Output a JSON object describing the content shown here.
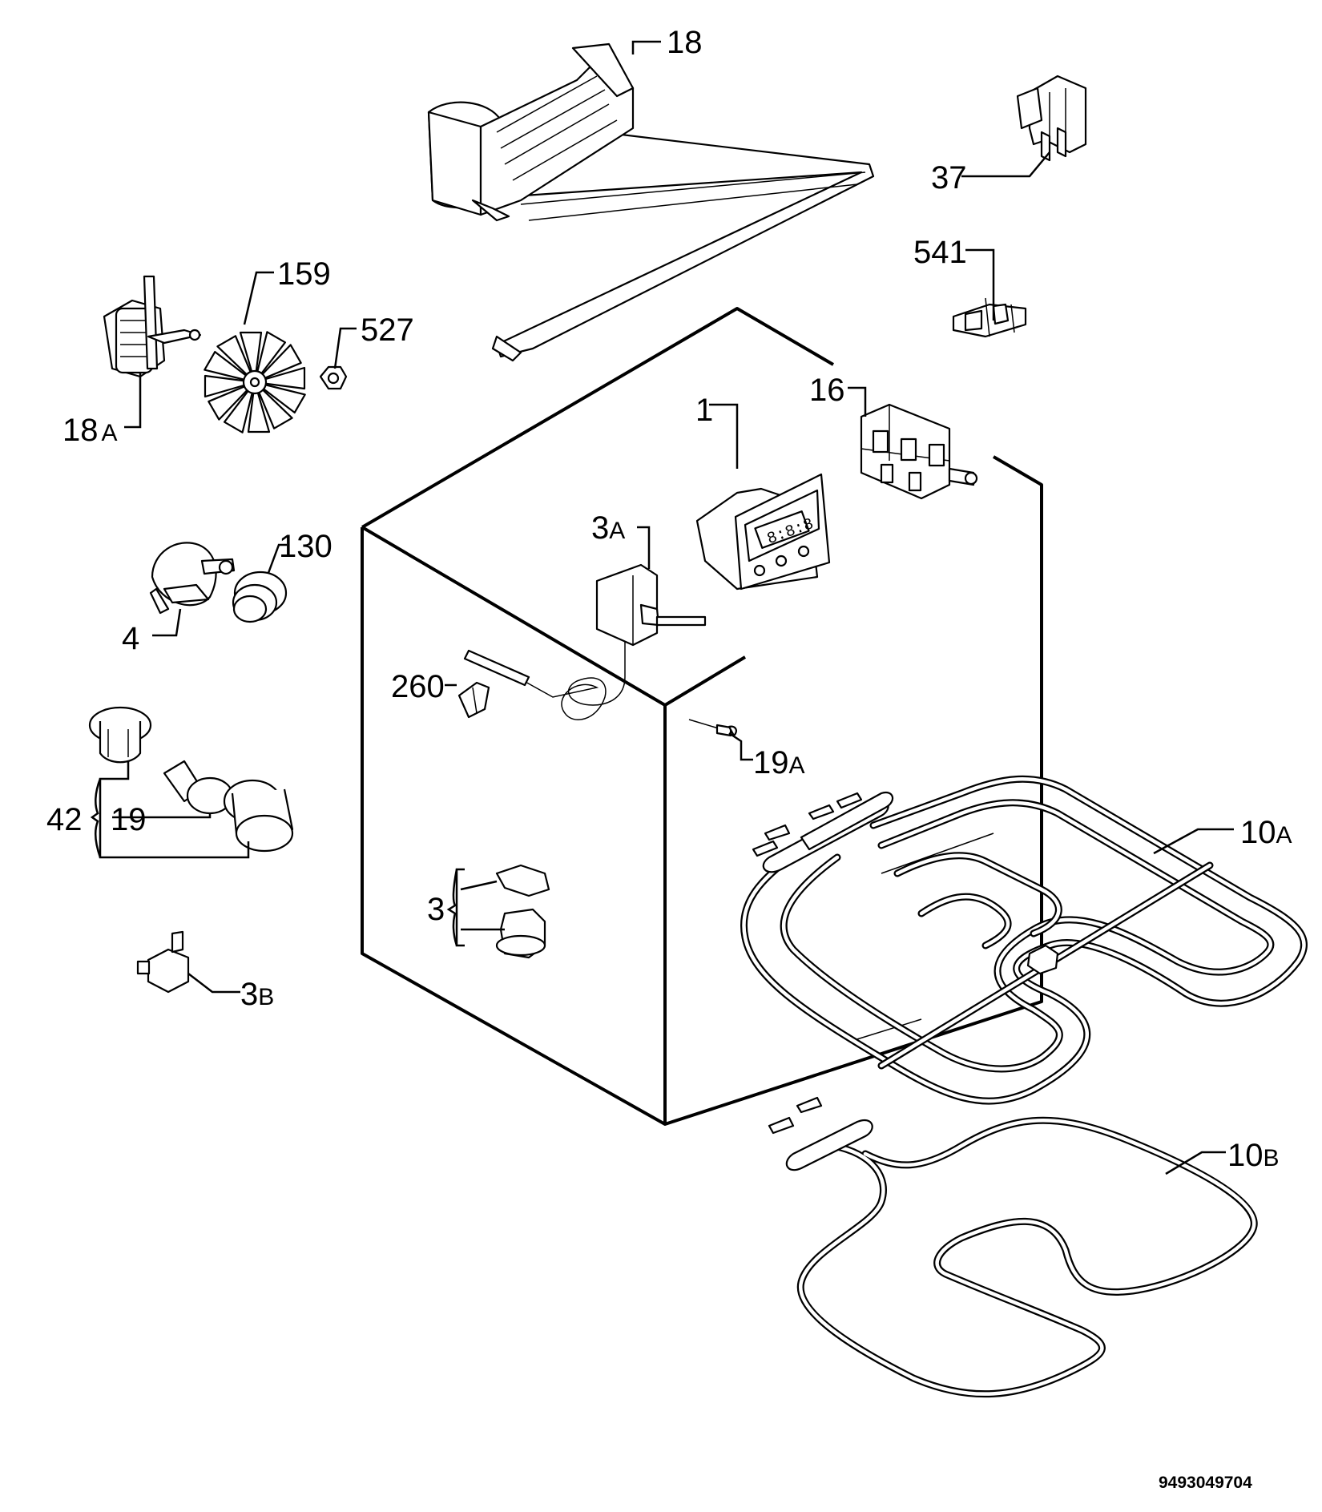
{
  "labels": {
    "fan_housing": "18",
    "fan_motor": "18",
    "fan_motor_suffix": "A",
    "fan_blade": "159",
    "nut": "527",
    "terminal_block_37": "37",
    "terminal_541": "541",
    "switch": "16",
    "timer": "1",
    "thermostat": "3",
    "thermostat_suffix": "A",
    "spit_motor": "4",
    "bushing": "130",
    "clip": "260",
    "sensor": "19",
    "sensor_suffix": "A",
    "lamp_assembly": "42",
    "lamp_bulb": "19",
    "upper_element": "10",
    "upper_element_suffix": "A",
    "lower_element": "10",
    "lower_element_suffix": "B",
    "cutout": "3",
    "cutout_b": "3",
    "cutout_b_suffix": "B"
  },
  "document_number": "9493049704"
}
